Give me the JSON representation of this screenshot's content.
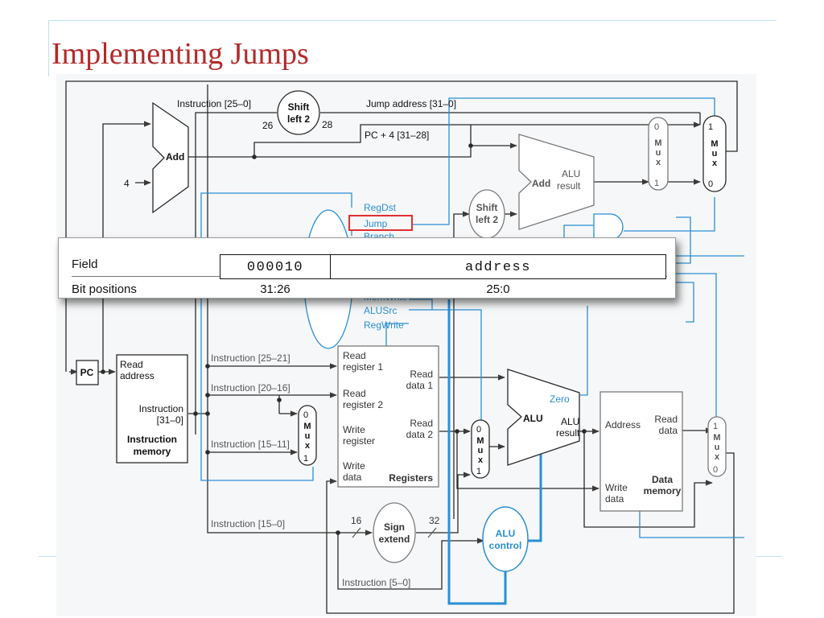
{
  "slide": {
    "title": "Implementing Jumps"
  },
  "diagram": {
    "shift_top": [
      "Shift",
      "left 2"
    ],
    "shift_mid": [
      "Shift",
      "left 2"
    ],
    "instr_25_0": "Instruction [25–0]",
    "n26": "26",
    "n28": "28",
    "jump_address": "Jump address [31–0]",
    "pc4": "PC + 4 [31–28]",
    "add": "Add",
    "four": "4",
    "add_alu": "Add",
    "alu_result": [
      "ALU",
      "result"
    ],
    "mux": [
      "M",
      "u",
      "x"
    ],
    "mux_right_inputs": [
      "1",
      "0"
    ],
    "mux_alures_inputs": [
      "0",
      "1"
    ],
    "mux_reg_inputs": [
      "0",
      "1"
    ],
    "mux_alusrc_inputs": [
      "0",
      "1"
    ],
    "mux_mem_inputs": [
      "1",
      "0"
    ],
    "control_signals": [
      "RegDst",
      "Jump",
      "Branch",
      "MemWrite",
      "ALUSrc",
      "RegWrite"
    ],
    "pc": "PC",
    "imem": {
      "read_address": [
        "Read",
        "address"
      ],
      "instruction": [
        "Instruction",
        "[31–0]"
      ],
      "name": [
        "Instruction",
        "memory"
      ]
    },
    "instr_fields": [
      "Instruction [25–21]",
      "Instruction [20–16]",
      "Instruction [15–11]",
      "Instruction [15–0]",
      "Instruction [5–0]"
    ],
    "registers": {
      "read_reg1": [
        "Read",
        "register 1"
      ],
      "read_reg2": [
        "Read",
        "register 2"
      ],
      "write_reg": [
        "Write",
        "register"
      ],
      "write_data": [
        "Write",
        "data"
      ],
      "read_data1": [
        "Read",
        "data 1"
      ],
      "read_data2": [
        "Read",
        "data 2"
      ],
      "name": "Registers"
    },
    "alu": "ALU",
    "zero": "Zero",
    "dmem": {
      "address": "Address",
      "read_data": [
        "Read",
        "data"
      ],
      "write_data": [
        "Write",
        "data"
      ],
      "name": [
        "Data",
        "memory"
      ]
    },
    "sign_extend": [
      "Sign",
      "extend"
    ],
    "n16": "16",
    "n32": "32",
    "alu_control": [
      "ALU",
      "control"
    ],
    "colors": {
      "black": "#2a2a2a",
      "blue": "#2a8fd4",
      "gray": "#7a7a7a",
      "highlight": "#e03030"
    }
  },
  "format": {
    "field_label": "Field",
    "bit_label": "Bit positions",
    "fields": [
      {
        "name": "000010",
        "bits": "31:26"
      },
      {
        "name": "address",
        "bits": "25:0"
      }
    ]
  }
}
